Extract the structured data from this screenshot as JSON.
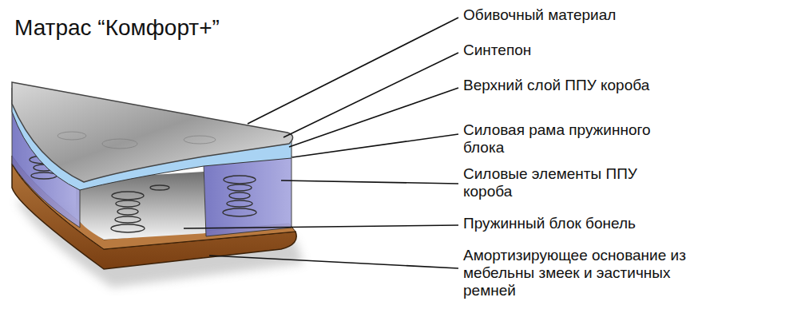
{
  "diagram": {
    "title": "Матрас “Комфорт+”",
    "labels": [
      "Обивочный материал",
      "Синтепон",
      "Верхний слой ППУ короба",
      "Силовая рама пружинного блока",
      "Силовые элементы ППУ короба",
      "Пружинный блок бонель",
      "Амортизирующее основание из мебельны змеек и эастичных ремней"
    ]
  }
}
